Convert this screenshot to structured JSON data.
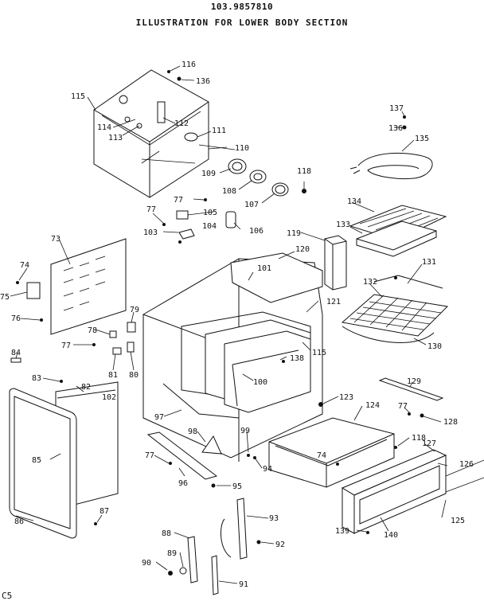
{
  "header": {
    "model_number": "103.9857810",
    "title": "ILLUSTRATION FOR LOWER BODY SECTION"
  },
  "corner_code": "C5",
  "labels": {
    "l116": "116",
    "l136a": "136",
    "l115a": "115",
    "l112": "112",
    "l114": "114",
    "l113": "113",
    "l111": "111",
    "l110": "110",
    "l109": "109",
    "l108": "108",
    "l107": "107",
    "l118a": "118",
    "l137": "137",
    "l136b": "136",
    "l135": "135",
    "l134": "134",
    "l133": "133",
    "l131": "131",
    "l132": "132",
    "l130": "130",
    "l77a": "77",
    "l77b": "77",
    "l105": "105",
    "l103": "103",
    "l104": "104",
    "l106": "106",
    "l119": "119",
    "l120": "120",
    "l101": "101",
    "l121": "121",
    "l73": "73",
    "l74a": "74",
    "l75": "75",
    "l76": "76",
    "l79": "79",
    "l78": "78",
    "l77c": "77",
    "l81": "81",
    "l80": "80",
    "l115b": "115",
    "l138": "138",
    "l100": "100",
    "l84": "84",
    "l83": "83",
    "l82": "82",
    "l102": "102",
    "l97": "97",
    "l123": "123",
    "l124": "124",
    "l129": "129",
    "l77d": "77",
    "l128": "128",
    "l98": "98",
    "l99": "99",
    "l118b": "118",
    "l127": "127",
    "l85": "85",
    "l77e": "77",
    "l74b": "74",
    "l94": "94",
    "l126": "126",
    "l96": "96",
    "l95": "95",
    "l87": "87",
    "l86": "86",
    "l125": "125",
    "l93": "93",
    "l139": "139",
    "l140": "140",
    "l88": "88",
    "l92": "92",
    "l89": "89",
    "l90": "90",
    "l91": "91"
  }
}
